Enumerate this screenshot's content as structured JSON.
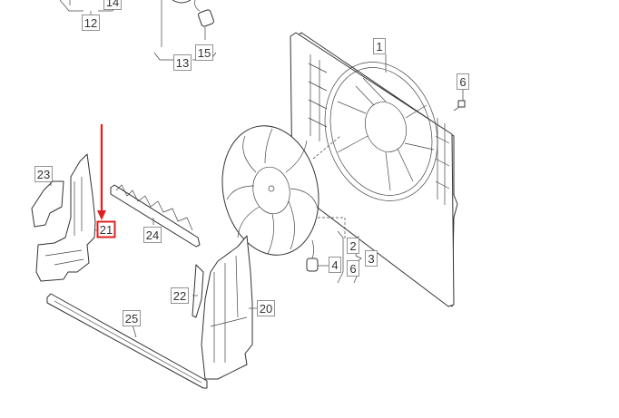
{
  "diagram": {
    "highlight_color": "#e02020",
    "highlighted_part": "21",
    "callouts": [
      {
        "id": "c12",
        "text": "12"
      },
      {
        "id": "c14",
        "text": "14"
      },
      {
        "id": "c15",
        "text": "15"
      },
      {
        "id": "c13",
        "text": "13"
      },
      {
        "id": "c1",
        "text": "1"
      },
      {
        "id": "c6a",
        "text": "6"
      },
      {
        "id": "c23",
        "text": "23"
      },
      {
        "id": "c21",
        "text": "21"
      },
      {
        "id": "c24",
        "text": "24"
      },
      {
        "id": "c2",
        "text": "2"
      },
      {
        "id": "c3",
        "text": "3"
      },
      {
        "id": "c4",
        "text": "4"
      },
      {
        "id": "c6b",
        "text": "6"
      },
      {
        "id": "c22",
        "text": "22"
      },
      {
        "id": "c20",
        "text": "20"
      },
      {
        "id": "c25",
        "text": "25"
      }
    ]
  }
}
